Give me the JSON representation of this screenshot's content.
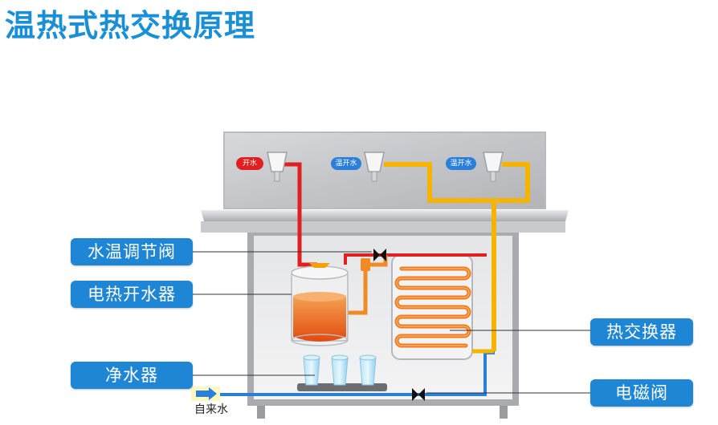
{
  "title": "温热式热交换原理",
  "labels": {
    "temp_valve": "水温调节阀",
    "boiler": "电热开水器",
    "purifier": "净水器",
    "heat_exchanger": "热交换器",
    "solenoid_valve": "电磁阀"
  },
  "inlet_label": "自来水",
  "tap_tags": [
    "开水",
    "温开水",
    "温开水"
  ],
  "colors": {
    "title": "#1a8fd6",
    "label_bg": "#1f86d6",
    "hot_pipe": "#e02020",
    "warm_pipe": "#f5b400",
    "cold_pipe": "#2a7fd8",
    "orange_pipe": "#f08a24"
  }
}
